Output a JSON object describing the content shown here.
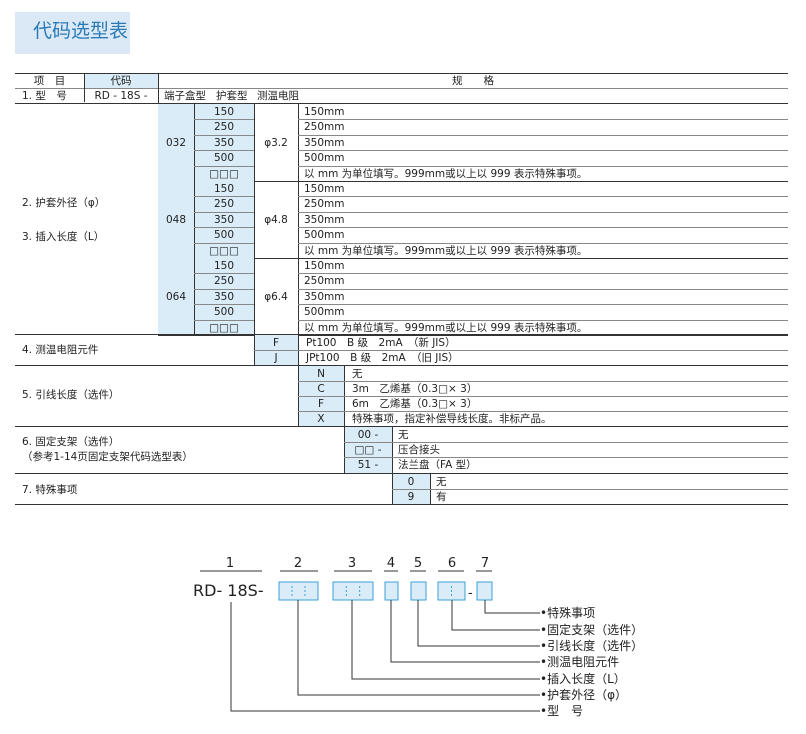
{
  "page_title": "代码选型表",
  "header": {
    "item": "项　目",
    "code": "代码",
    "spec": "规　　格"
  },
  "type_row": {
    "label": "1. 型　号",
    "code": "RD - 18S -",
    "sub_headers": [
      "端子盒型",
      "护套型",
      "测温电阻"
    ]
  },
  "sheath_label": "2. 护套外径（φ）",
  "length_label": "3. 插入长度（L）",
  "groups": [
    {
      "code": "032",
      "diameter": "φ3.2",
      "lengths": [
        "150",
        "250",
        "350",
        "500",
        "□□□"
      ],
      "specs": [
        "150mm",
        "250mm",
        "350mm",
        "500mm",
        "以 mm 为单位填写。999mm或以上以 999 表示特殊事项。"
      ]
    },
    {
      "code": "048",
      "diameter": "φ4.8",
      "lengths": [
        "150",
        "250",
        "350",
        "500",
        "□□□"
      ],
      "specs": [
        "150mm",
        "250mm",
        "350mm",
        "500mm",
        "以 mm 为单位填写。999mm或以上以 999 表示特殊事项。"
      ]
    },
    {
      "code": "064",
      "diameter": "φ6.4",
      "lengths": [
        "150",
        "250",
        "350",
        "500",
        "□□□"
      ],
      "specs": [
        "150mm",
        "250mm",
        "350mm",
        "500mm",
        "以 mm 为单位填写。999mm或以上以 999 表示特殊事项。"
      ]
    }
  ],
  "element": {
    "label": "4. 测温电阻元件",
    "rows": [
      {
        "code": "F",
        "spec": "Pt100　B 级　2mA　（新 JIS）"
      },
      {
        "code": "J",
        "spec": "JPt100　B 级　2mA　（旧 JIS）"
      }
    ]
  },
  "lead": {
    "label": "5. 引线长度（选件）",
    "rows": [
      {
        "code": "N",
        "spec": "无"
      },
      {
        "code": "C",
        "spec": "3m　乙烯基（0.3□× 3）"
      },
      {
        "code": "F",
        "spec": "6m　乙烯基（0.3□× 3）"
      },
      {
        "code": "X",
        "spec": "特殊事项，指定补偿导线长度。非标产品。"
      }
    ]
  },
  "bracket": {
    "label": "6. 固定支架（选件）",
    "note": "（参考1-14页固定支架代码选型表）",
    "rows": [
      {
        "code": "00 -",
        "spec": "无"
      },
      {
        "code": "□□ -",
        "spec": "压合接头"
      },
      {
        "code": "51 -",
        "spec": "法兰盘（FA 型）"
      }
    ]
  },
  "special": {
    "label": "7. 特殊事项",
    "rows": [
      {
        "code": "0",
        "spec": "无"
      },
      {
        "code": "9",
        "spec": "有"
      }
    ]
  },
  "diagram": {
    "numbers": [
      "1",
      "2",
      "3",
      "4",
      "5",
      "6",
      "7"
    ],
    "model": "RD- 18S-",
    "dash": "-",
    "callouts": [
      "特殊事项",
      "固定支架（选件）",
      "引线长度（选件）",
      "测温电阻元件",
      "插入长度（L）",
      "护套外径（φ）",
      "型　号"
    ]
  }
}
